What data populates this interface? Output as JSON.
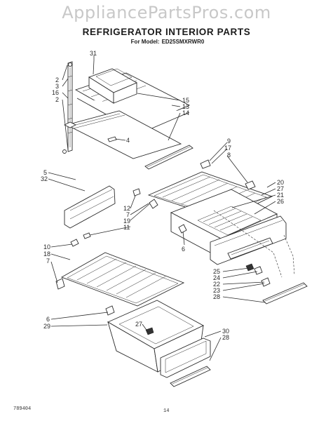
{
  "header": {
    "watermark": "AppliancePartsPros.com",
    "title": "REFRIGERATOR INTERIOR PARTS",
    "model_label": "For Model:",
    "model_number": "ED25SMXRWR0"
  },
  "footer": {
    "doc_number": "789404",
    "page_number": "14"
  },
  "callouts": {
    "c31": "31",
    "c2a": "2",
    "c3": "3",
    "c16": "16",
    "c2b": "2",
    "c15": "15",
    "c13": "13",
    "c14": "14",
    "c4": "4",
    "c5": "5",
    "c32": "32",
    "c9": "9",
    "c17": "17",
    "c8": "8",
    "c20": "20",
    "c27a": "27",
    "c21": "21",
    "c26": "26",
    "c12": "12",
    "c7a": "7",
    "c19": "19",
    "c11": "11",
    "c6a": "6",
    "c10": "10",
    "c18": "18",
    "c7b": "7",
    "c25": "25",
    "c24": "24",
    "c22": "22",
    "c23": "23",
    "c28a": "28",
    "c6b": "6",
    "c29": "29",
    "c27b": "27",
    "c30": "30",
    "c28b": "28"
  }
}
